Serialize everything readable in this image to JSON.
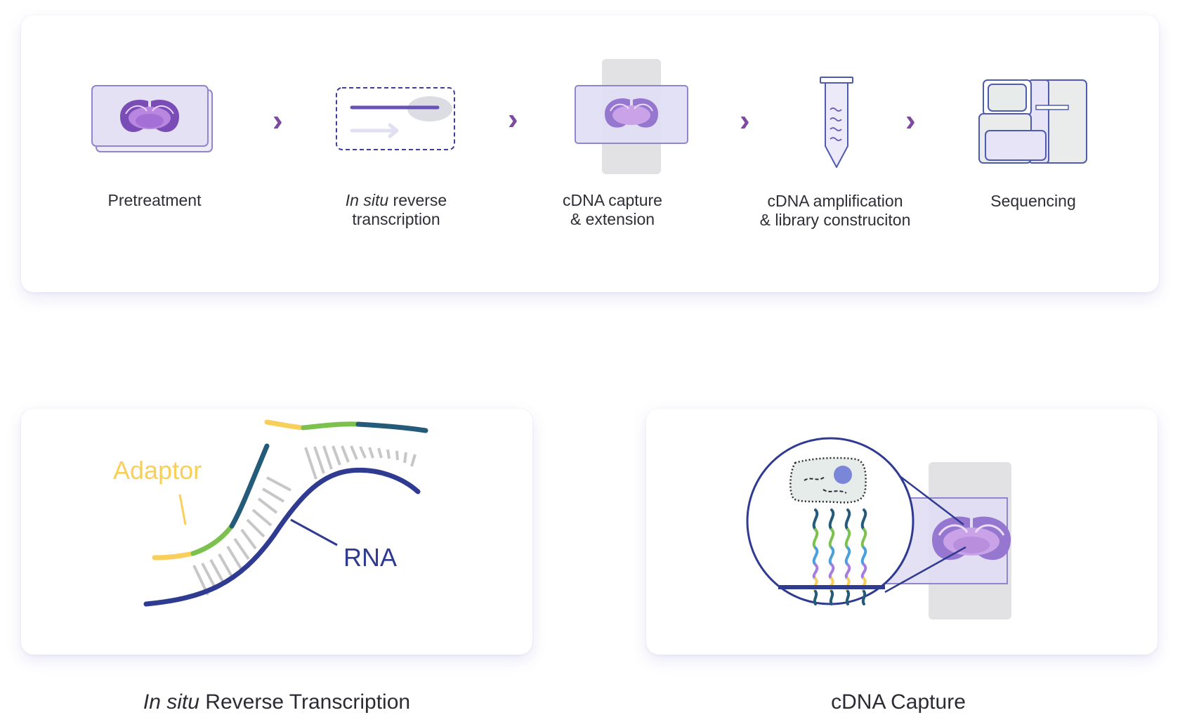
{
  "workflow": {
    "steps": [
      {
        "label": "Pretreatment"
      },
      {
        "label_italic": "In situ",
        "label_rest": " reverse",
        "label_line2": "transcription"
      },
      {
        "label_line1": "cDNA capture",
        "label_line2": "& extension"
      },
      {
        "label_line1": "cDNA amplification",
        "label_line2": "& library construciton"
      },
      {
        "label": "Sequencing"
      }
    ],
    "arrow_glyph": "›"
  },
  "rt_panel": {
    "adaptor_label": "Adaptor",
    "rna_label": "RNA",
    "caption_italic": "In situ",
    "caption_rest": " Reverse Transcription"
  },
  "capture_panel": {
    "caption": "cDNA Capture"
  },
  "colors": {
    "purple_arrow": "#7d4aa0",
    "rna_navy": "#2f3a91",
    "adaptor_yellow": "#f7cf5a",
    "green": "#7cc14e",
    "teal": "#245b7a",
    "brain_purple": "#8f6cc8",
    "slide_lavender": "#e8e5f6"
  }
}
